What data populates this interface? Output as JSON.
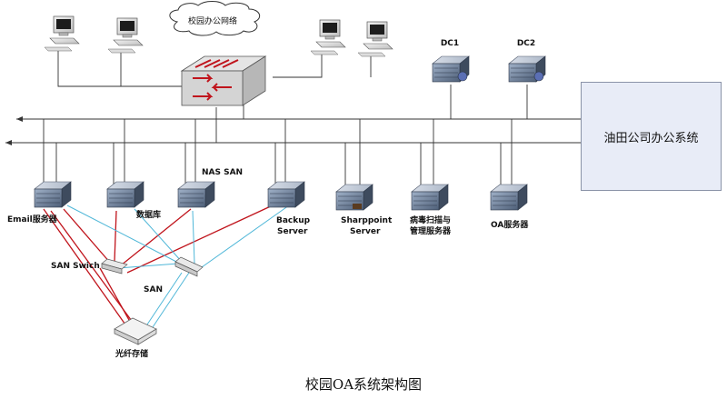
{
  "diagram": {
    "caption": "校园OA系统架构图",
    "cloud_label": "校园办公网络",
    "oa_system_label": "油田公司办公系统",
    "dc1_label": "DC1",
    "dc2_label": "DC2",
    "nas_san_label": "NAS SAN",
    "san_switch_label": "SAN Swich",
    "san_label": "SAN",
    "storage_label": "光纤存储",
    "email_server_label": "Email服务器",
    "database_label": "数据库",
    "backup_label_1": "Backup",
    "backup_label_2": "Server",
    "sharepoint_label_1": "Sharppoint",
    "sharepoint_label_2": "Server",
    "antivirus_label_1": "病毒扫描与",
    "antivirus_label_2": "管理服务器",
    "oa_server_label": "OA服务器"
  }
}
